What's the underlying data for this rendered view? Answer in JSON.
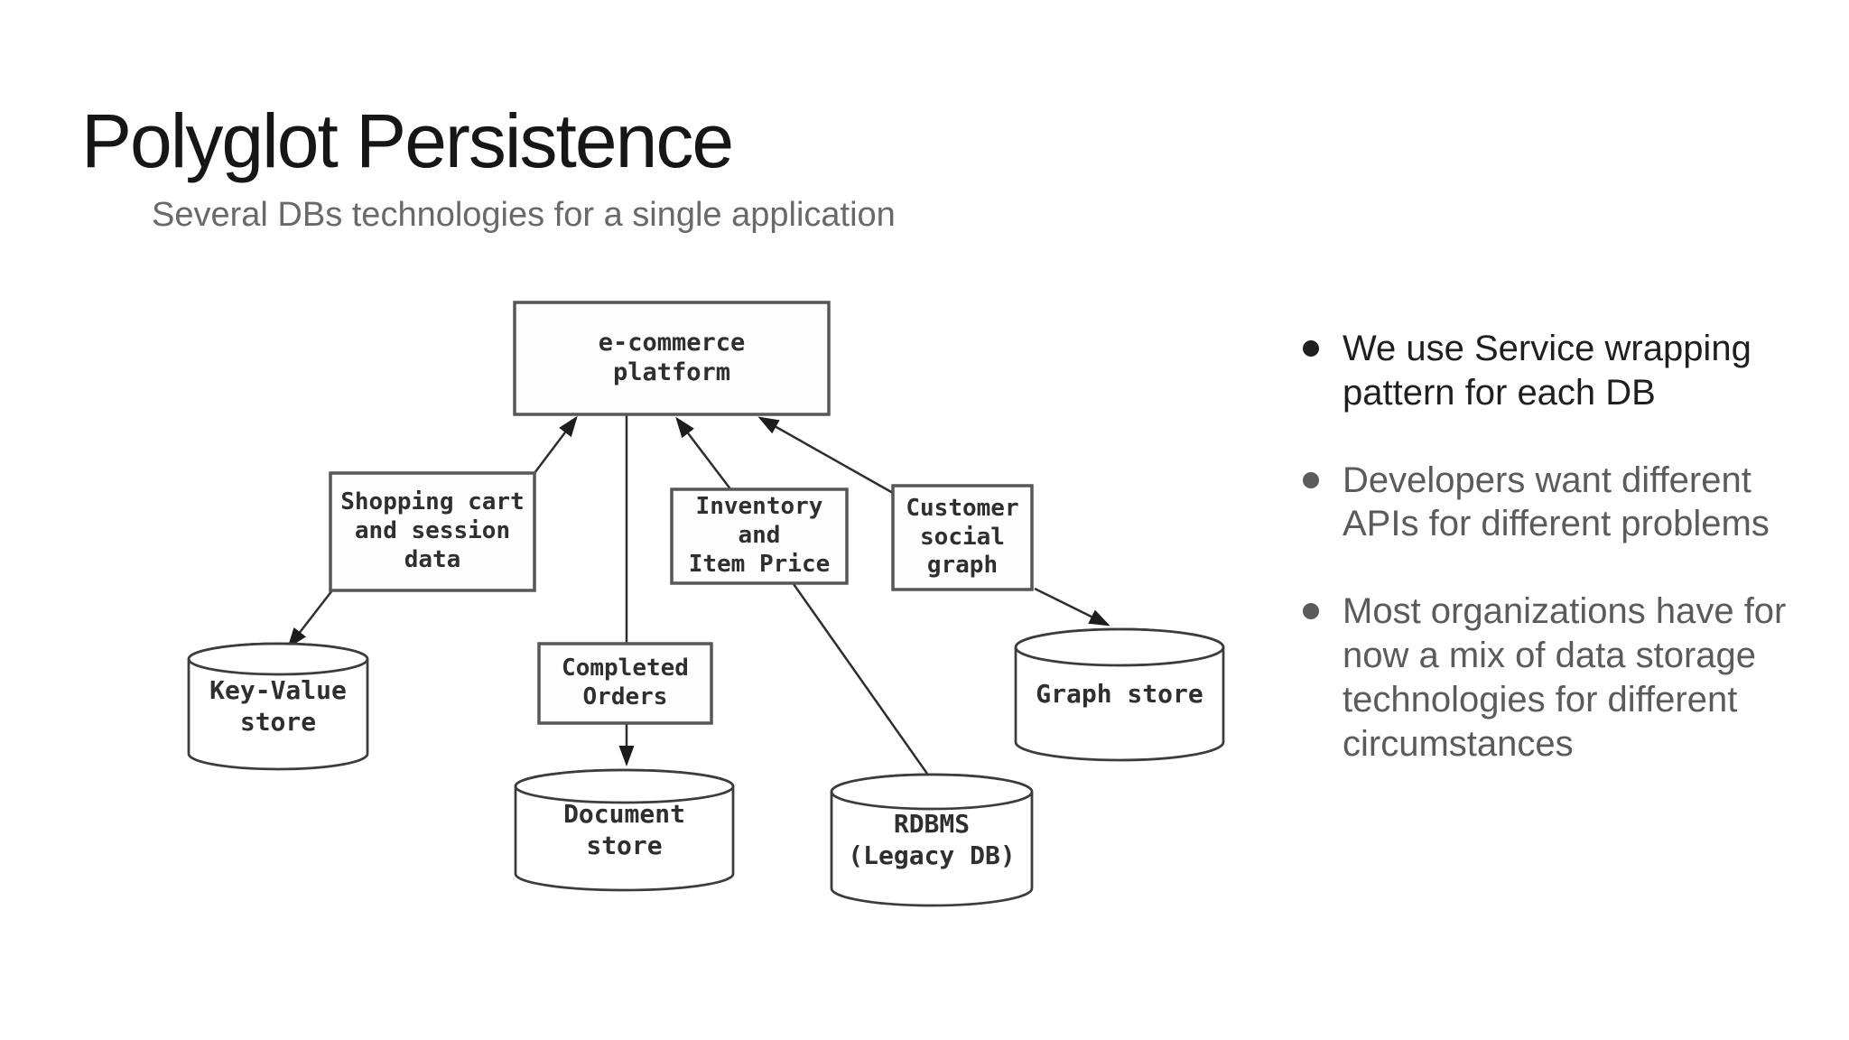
{
  "slide": {
    "title": "Polyglot Persistence",
    "subtitle": "Several DBs technologies for a single application"
  },
  "diagram": {
    "nodes": {
      "platform": {
        "label": "e-commerce\nplatform",
        "shape": "box"
      },
      "shopping_cart": {
        "label": "Shopping cart\nand session\ndata",
        "shape": "box"
      },
      "inventory": {
        "label": "Inventory\nand\nItem Price",
        "shape": "box"
      },
      "customer_graph": {
        "label": "Customer\nsocial\ngraph",
        "shape": "box"
      },
      "completed_orders": {
        "label": "Completed\nOrders",
        "shape": "box"
      },
      "key_value": {
        "label": "Key-Value\nstore",
        "shape": "cylinder"
      },
      "document": {
        "label": "Document\nstore",
        "shape": "cylinder"
      },
      "rdbms": {
        "label": "RDBMS\n(Legacy DB)",
        "shape": "cylinder"
      },
      "graph_store": {
        "label": "Graph store",
        "shape": "cylinder"
      }
    },
    "edges": [
      {
        "from": "shopping_cart",
        "to": "platform",
        "arrow": true
      },
      {
        "from": "inventory",
        "to": "platform",
        "arrow": true
      },
      {
        "from": "customer_graph",
        "to": "platform",
        "arrow": true
      },
      {
        "from": "platform",
        "to": "completed_orders",
        "arrow": false
      },
      {
        "from": "shopping_cart",
        "to": "key_value",
        "arrow": true
      },
      {
        "from": "completed_orders",
        "to": "document",
        "arrow": true
      },
      {
        "from": "inventory",
        "to": "rdbms",
        "arrow": false
      },
      {
        "from": "customer_graph",
        "to": "graph_store",
        "arrow": true
      }
    ]
  },
  "bullets": [
    {
      "text": "We use Service wrapping\npattern for each DB",
      "emphasis": "dark"
    },
    {
      "text": "Developers want different\nAPIs for different problems",
      "emphasis": "gray"
    },
    {
      "text": "Most organizations have for\nnow a mix of data storage\ntechnologies for different\ncircumstances",
      "emphasis": "gray"
    }
  ],
  "colors": {
    "background": "#ffffff",
    "title_text": "#161616",
    "subtitle_text": "#696969",
    "bullet_dark_text": "#1f1f1f",
    "bullet_gray_text": "#5b5b5b",
    "diagram_line": "#2e2e2e",
    "box_border": "#575757",
    "cylinder_border": "#3c3c3c",
    "node_text": "#2f2f2f"
  }
}
